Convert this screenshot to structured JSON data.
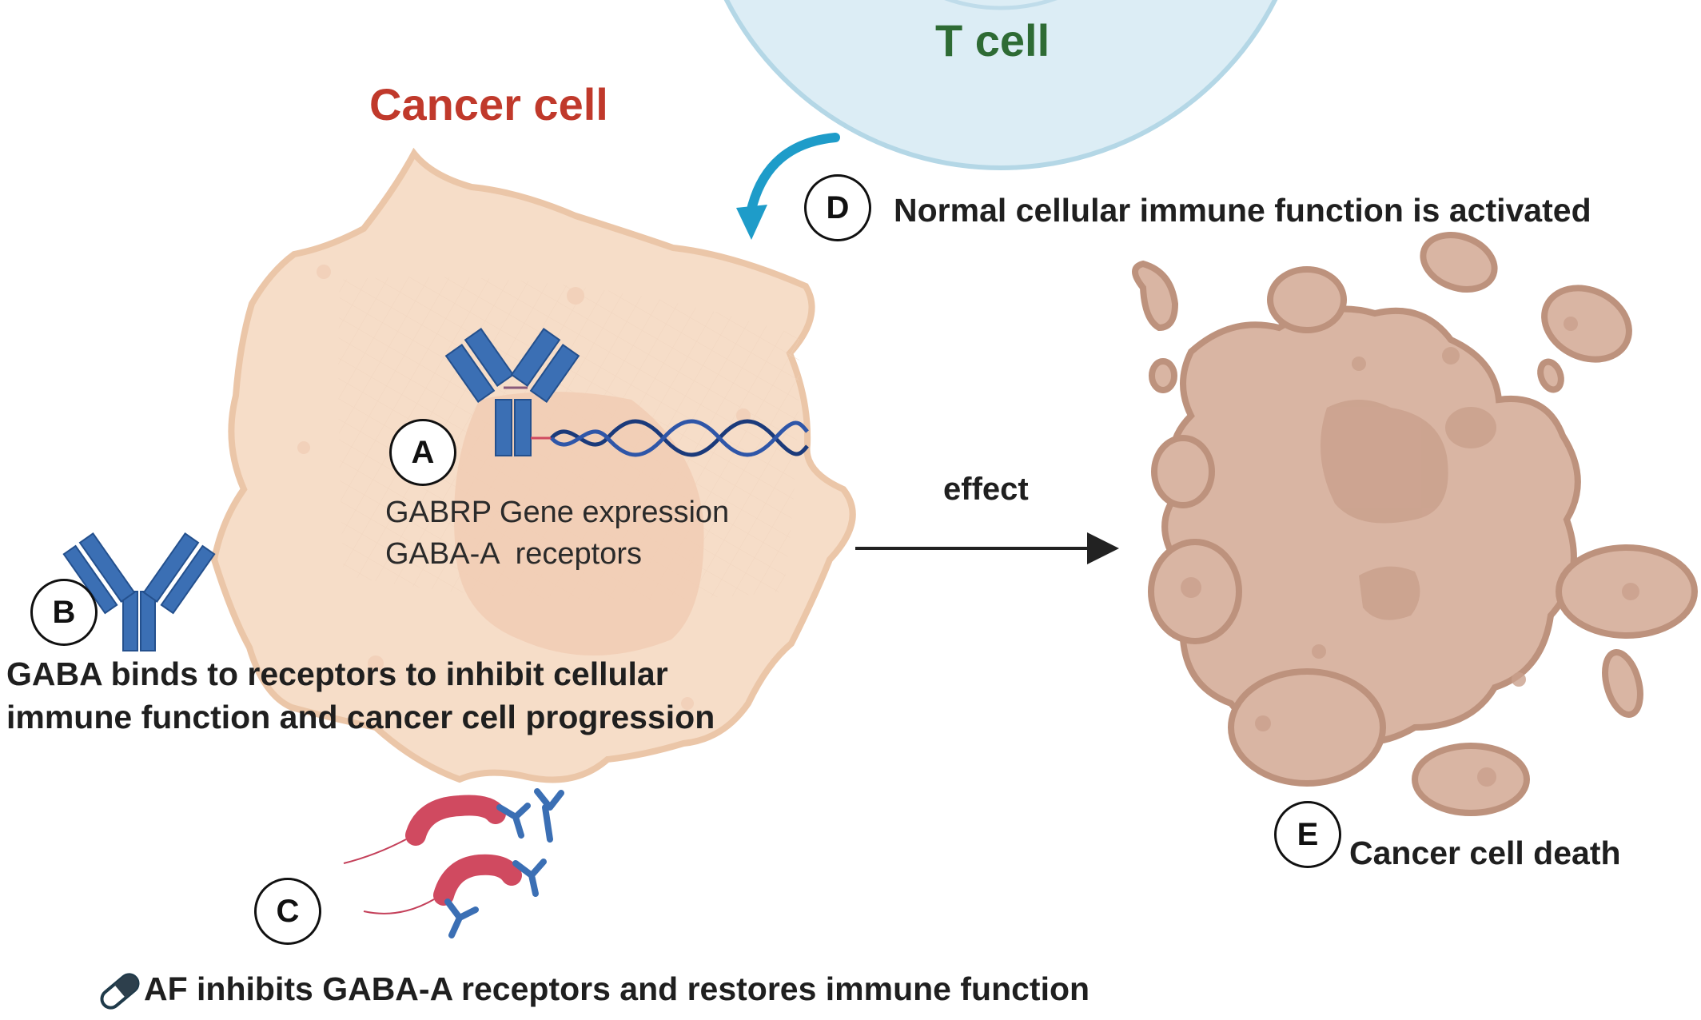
{
  "labels": {
    "t_cell": "T cell",
    "cancer_cell": "Cancer cell",
    "effect": "effect"
  },
  "badges": {
    "a": "A",
    "b": "B",
    "c": "C",
    "d": "D",
    "e": "E"
  },
  "captions": {
    "a_line1": "GABRP Gene expression",
    "a_line2": "GABA-A  receptors",
    "b_line1": "GABA binds to receptors to inhibit cellular",
    "b_line2": "immune function and cancer cell progression",
    "c": "AF inhibits GABA-A receptors and restores immune function",
    "d": "Normal cellular immune function is activated",
    "e": "Cancer cell death"
  },
  "colors": {
    "cancer_label": "#c0392b",
    "t_cell_label": "#2e6b34",
    "cell_fill": "#f6ddc8",
    "cell_stroke": "#ebc6a8",
    "dying_fill": "#d9b5a3",
    "dying_stroke": "#bd927d",
    "receptor": "#3b6fb4",
    "bacteria": "#d04a60",
    "t_cell_fill": "#dff0f7",
    "arrow_curve": "#1e9cc9"
  },
  "icons": {
    "pill": "pill-icon"
  }
}
